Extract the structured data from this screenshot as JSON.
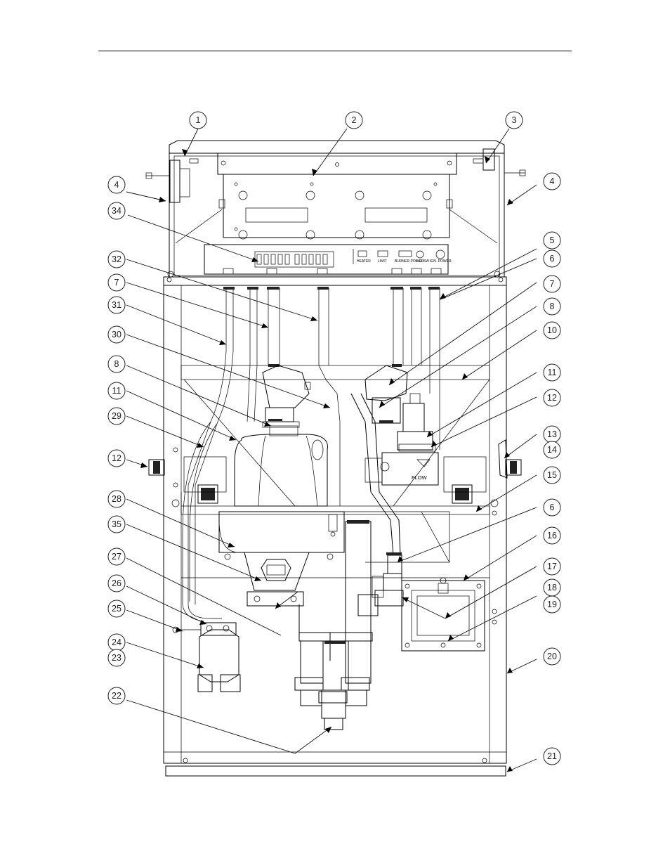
{
  "panel_labels": [
    "HEATER",
    "LIMIT",
    "BURNER POWER",
    "L.O. SW",
    "IGN. POWER"
  ],
  "flow_label": "FLOW",
  "callouts": [
    {
      "text": "1"
    },
    {
      "text": "2"
    },
    {
      "text": "3"
    },
    {
      "text": "4"
    },
    {
      "text": "4"
    },
    {
      "text": "34"
    },
    {
      "text": "5"
    },
    {
      "text": "32"
    },
    {
      "text": "6"
    },
    {
      "text": "7"
    },
    {
      "text": "7"
    },
    {
      "text": "31"
    },
    {
      "text": "8"
    },
    {
      "text": "30"
    },
    {
      "text": "10"
    },
    {
      "text": "8"
    },
    {
      "text": "11"
    },
    {
      "text": "12"
    },
    {
      "text": "11"
    },
    {
      "text": "29"
    },
    {
      "text": "13"
    },
    {
      "text": "14"
    },
    {
      "text": "12"
    },
    {
      "text": "15"
    },
    {
      "text": "28"
    },
    {
      "text": "6"
    },
    {
      "text": "35"
    },
    {
      "text": "16"
    },
    {
      "text": "27"
    },
    {
      "text": "17"
    },
    {
      "text": "26"
    },
    {
      "text": "18"
    },
    {
      "text": "19"
    },
    {
      "text": "25"
    },
    {
      "text": "24"
    },
    {
      "text": "23"
    },
    {
      "text": "20"
    },
    {
      "text": "22"
    },
    {
      "text": "21"
    }
  ]
}
